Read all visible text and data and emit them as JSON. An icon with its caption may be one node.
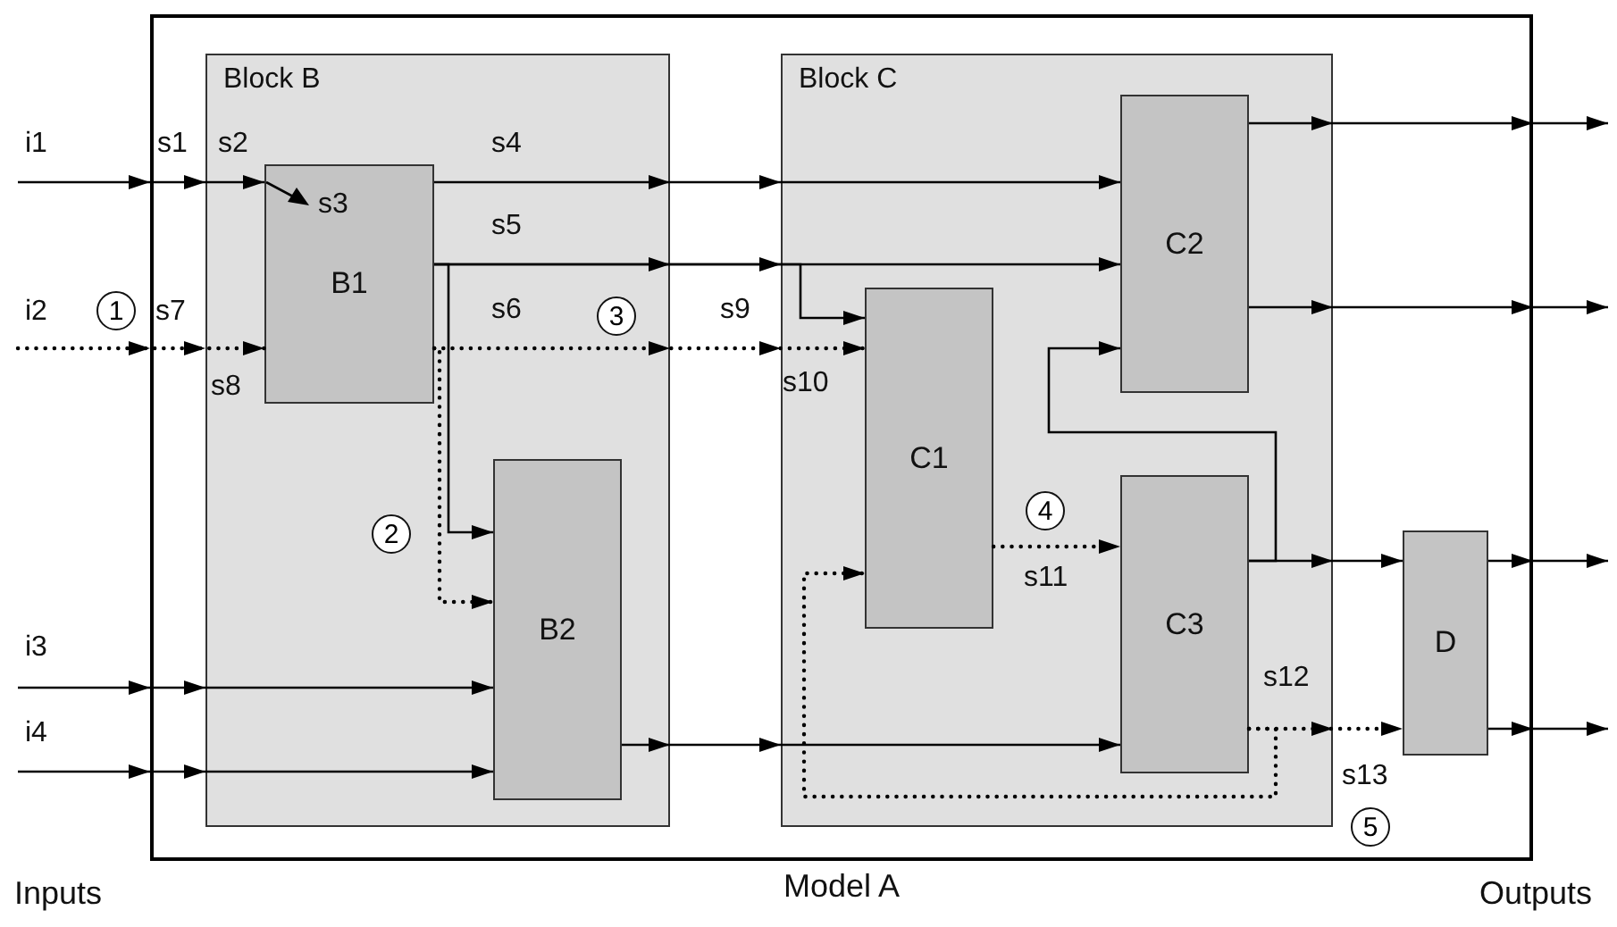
{
  "diagram": {
    "nodes": [
      {
        "text": [
          "Model A"
        ]
      },
      {
        "text": [
          "Block B"
        ],
        "in": 0
      },
      {
        "text": [
          "B1"
        ],
        "in": 1
      },
      {
        "text": [
          "B2"
        ],
        "in": 1
      },
      {
        "text": [
          "Block C"
        ],
        "in": 0
      },
      {
        "text": [
          "C1"
        ],
        "in": 4
      },
      {
        "text": [
          "C2"
        ],
        "in": 4
      },
      {
        "text": [
          "C3"
        ],
        "in": 4
      },
      {
        "text": [
          "D"
        ],
        "in": 0
      }
    ],
    "edges": [
      {
        "from": null,
        "to": 2,
        "arrow": "to"
      },
      {
        "from": null,
        "to": 2,
        "arrow": "to",
        "style": "dashed"
      },
      {
        "from": null,
        "to": 3,
        "arrow": "to"
      },
      {
        "from": null,
        "to": 3,
        "arrow": "to"
      },
      {
        "from": 2,
        "to": 6,
        "arrow": "to"
      },
      {
        "from": 2,
        "to": 6,
        "arrow": "to"
      },
      {
        "from": 2,
        "to": 5,
        "arrow": "to"
      },
      {
        "from": 2,
        "to": 3,
        "arrow": "to"
      },
      {
        "from": 2,
        "to": 5,
        "arrow": "to",
        "style": "dashed"
      },
      {
        "from": 2,
        "to": 3,
        "arrow": "to",
        "style": "dashed"
      },
      {
        "from": 3,
        "to": 7,
        "arrow": "to"
      },
      {
        "from": 5,
        "to": 7,
        "arrow": "to",
        "style": "dashed"
      },
      {
        "from": 6,
        "to": null,
        "arrow": "to"
      },
      {
        "from": 6,
        "to": null,
        "arrow": "to"
      },
      {
        "from": 7,
        "to": 8,
        "arrow": "to"
      },
      {
        "from": 7,
        "to": 6,
        "arrow": "to"
      },
      {
        "from": 7,
        "to": 8,
        "arrow": "to",
        "style": "dashed"
      },
      {
        "from": 7,
        "to": 5,
        "arrow": "to",
        "style": "dashed"
      },
      {
        "from": 8,
        "to": null,
        "arrow": "to"
      },
      {
        "from": 8,
        "to": null,
        "arrow": "to"
      }
    ],
    "labels": [
      "i1",
      "s1",
      "s2",
      "s4",
      "s3",
      "s5",
      "i2",
      "1",
      "s7",
      "s6",
      "3",
      "s9",
      "s8",
      "s10",
      "2",
      "4",
      "s11",
      "i3",
      "s12",
      "i4",
      "s13",
      "5",
      "Inputs",
      "Outputs"
    ]
  }
}
